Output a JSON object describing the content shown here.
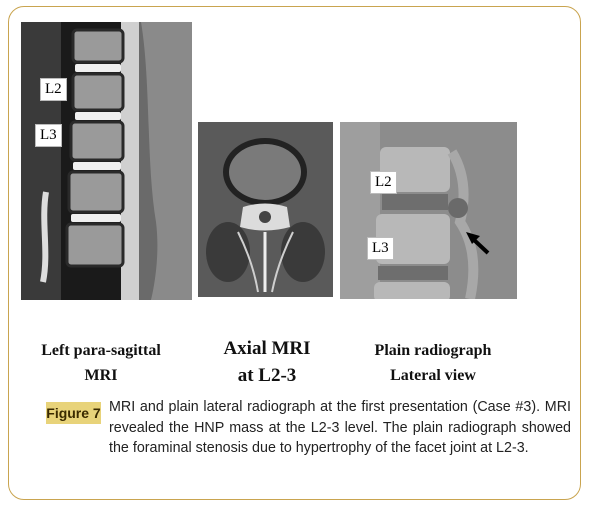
{
  "panels": {
    "sagittal": {
      "level_labels": [
        "L2",
        "L3"
      ],
      "caption_lines": [
        "Left para-sagittal",
        "MRI"
      ]
    },
    "axial": {
      "caption_lines": [
        "Axial MRI",
        "at L2-3"
      ]
    },
    "radiograph": {
      "level_labels": [
        "L2",
        "L3"
      ],
      "caption_lines": [
        "Plain radiograph",
        "Lateral view"
      ]
    }
  },
  "figure": {
    "label": "Figure 7",
    "text": "MRI and plain lateral radiograph at the first presentation (Case #3). MRI revealed the HNP mass at the L2-3 level. The plain radiograph showed the foraminal stenosis due to hypertrophy of the facet joint at L2-3."
  },
  "colors": {
    "frame_border": "#c9a44f",
    "label_background": "#e8d37a"
  }
}
